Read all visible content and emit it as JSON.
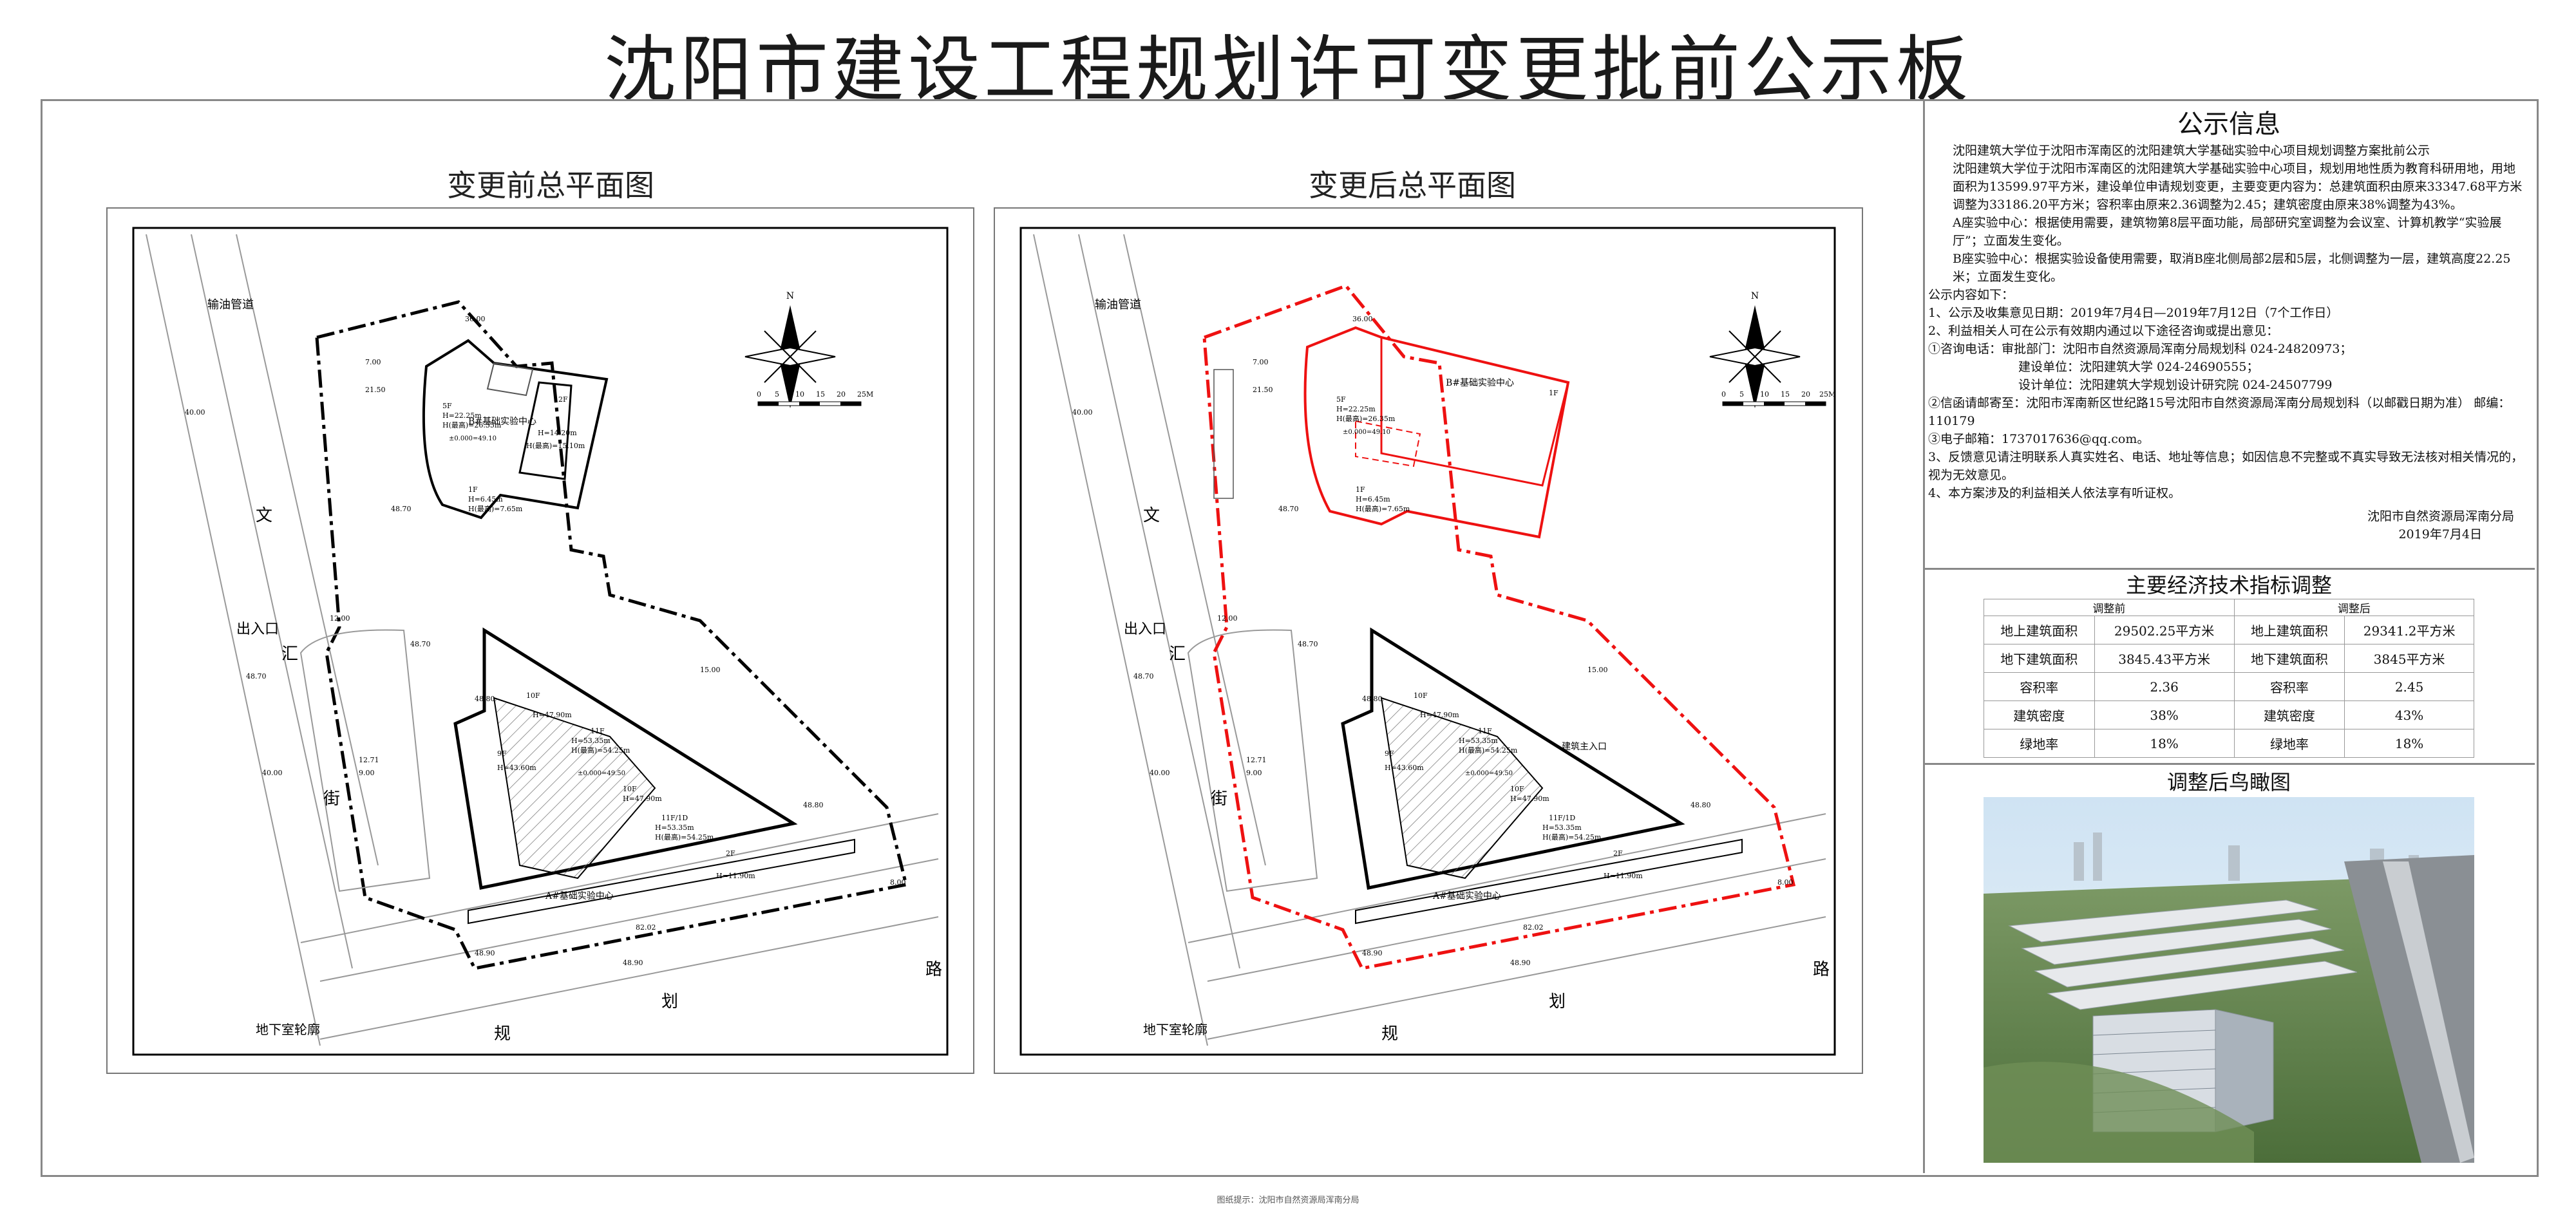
{
  "page": {
    "title": "沈阳市建设工程规划许可变更批前公示板",
    "footer_note": "图纸提示：沈阳市自然资源局浑南分局"
  },
  "plans": {
    "before": {
      "title": "变更前总平面图",
      "building_label_b": "B#基础实验中心",
      "building_label_a": "A#基础实验中心",
      "b_heights": [
        "5F",
        "H=22.25m",
        "H(最高)=26.35m",
        "±0.000=49.10",
        "H=14.20m",
        "2F",
        "H(最高)=15.10m",
        "1F",
        "H=6.45m",
        "H(最高)=7.65m"
      ],
      "a_heights": [
        "10F",
        "11F",
        "H=53.35m",
        "H(最高)=54.25m",
        "±0.000=49.50",
        "9F",
        "H=47.90m",
        "H=43.60m",
        "10F",
        "H=47.90m",
        "11F/1D",
        "H=53.35m",
        "H(最高)=54.25m",
        "2F",
        "H=11.90m"
      ]
    },
    "after": {
      "title": "变更后总平面图",
      "building_label_b": "B#基础实验中心",
      "building_label_a": "A#基础实验中心",
      "entrance": "建筑主入口",
      "b_heights": [
        "5F",
        "H=22.25m",
        "H(最高)=26.35m",
        "±0.000=49.10",
        "1F",
        "1F",
        "H=6.45m",
        "H(最高)=7.65m"
      ],
      "a_heights": [
        "10F",
        "11F",
        "H=53.35m",
        "H(最高)=54.25m",
        "±0.000=49.50",
        "9F",
        "H=47.90m",
        "H=43.60m",
        "10F",
        "H=47.90m",
        "11F/1D",
        "H=53.35m",
        "H(最高)=54.25m",
        "2F",
        "H=11.90m"
      ]
    },
    "common": {
      "pipe": "输油管道",
      "entry": "出入口",
      "road_wen": "文",
      "road_hui": "汇",
      "road_jie": "街",
      "road_gui": "规",
      "road_hua": "划",
      "road_lu": "路",
      "basement": "地下室轮廓",
      "north": "N",
      "scale": [
        "0",
        "5",
        "10",
        "15",
        "20",
        "25M"
      ],
      "dims": [
        "36.00",
        "7.00",
        "21.50",
        "40.00",
        "48.70",
        "12.00",
        "48.70",
        "48.70",
        "12.71",
        "9.00",
        "40.00",
        "48.80",
        "48.80",
        "82.02",
        "48.90",
        "48.90",
        "8.00",
        "15.00"
      ]
    }
  },
  "notice": {
    "title": "公示信息",
    "paragraphs": [
      "沈阳建筑大学位于沈阳市浑南区的沈阳建筑大学基础实验中心项目规划调整方案批前公示",
      "沈阳建筑大学位于沈阳市浑南区的沈阳建筑大学基础实验中心项目，规划用地性质为教育科研用地，用地面积为13599.97平方米，建设单位申请规划变更，主要变更内容为：总建筑面积由原来33347.68平方米调整为33186.20平方米；容积率由原来2.36调整为2.45；建筑密度由原来38%调整为43%。",
      "A座实验中心：根据使用需要，建筑物第8层平面功能，局部研究室调整为会议室、计算机教学“实验展厅”；立面发生变化。",
      "B座实验中心：根据实验设备使用需要，取消B座北侧局部2层和5层，北侧调整为一层，建筑高度22.25米；立面发生变化。"
    ],
    "list_intro": "公示内容如下：",
    "items": [
      "1、公示及收集意见日期：2019年7月4日—2019年7月12日（7个工作日）",
      "2、利益相关人可在公示有效期内通过以下途径咨询或提出意见：",
      "①咨询电话：审批部门：沈阳市自然资源局浑南分局规划科    024-24820973；",
      "建设单位：沈阳建筑大学   024-24690555；",
      "设计单位：沈阳建筑大学规划设计研究院   024-24507799",
      "②信函请邮寄至：沈阳市浑南新区世纪路15号沈阳市自然资源局浑南分局规划科（以邮戳日期为准）   邮编：110179",
      "③电子邮箱：1737017636@qq.com。",
      "3、反馈意见请注明联系人真实姓名、电话、地址等信息；如因信息不完整或不真实导致无法核对相关情况的，视为无效意见。",
      "4、本方案涉及的利益相关人依法享有听证权。"
    ],
    "sign_org": "沈阳市自然资源局浑南分局",
    "sign_date": "2019年7月4日"
  },
  "indicators": {
    "title": "主要经济技术指标调整",
    "header_before": "调整前",
    "header_after": "调整后",
    "rows": [
      [
        "地上建筑面积",
        "29502.25平方米",
        "地上建筑面积",
        "29341.2平方米"
      ],
      [
        "地下建筑面积",
        "3845.43平方米",
        "地下建筑面积",
        "3845平方米"
      ],
      [
        "容积率",
        "2.36",
        "容积率",
        "2.45"
      ],
      [
        "建筑密度",
        "38%",
        "建筑密度",
        "43%"
      ],
      [
        "绿地率",
        "18%",
        "绿地率",
        "18%"
      ]
    ]
  },
  "aerial": {
    "title": "调整后鸟瞰图"
  }
}
